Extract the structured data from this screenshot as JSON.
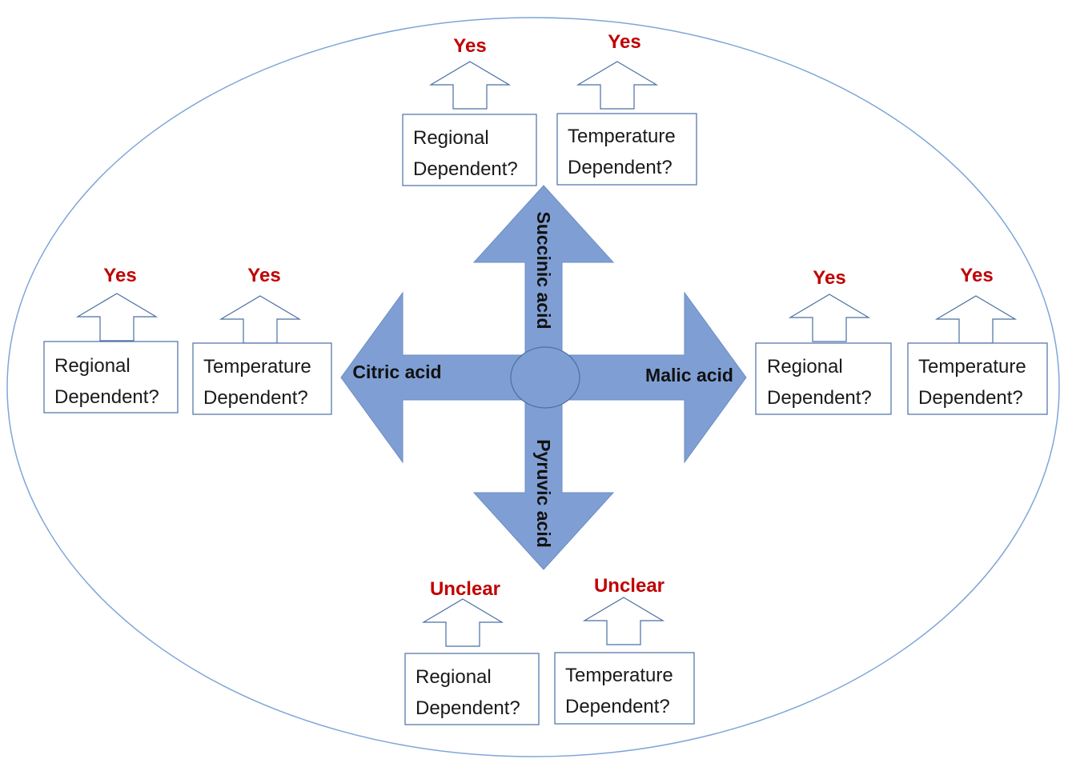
{
  "colors": {
    "ellipse_stroke": "#7ea6d8",
    "cross_fill": "#7f9fd4",
    "cross_stroke": "#6b8cc4",
    "outline_blue": "#4a6fa5",
    "verdict_red": "#c00000"
  },
  "center": {
    "up": "Succinic acid",
    "left": "Citric acid",
    "right": "Malic acid",
    "down": "Pyruvic acid"
  },
  "groups": {
    "top": {
      "regional": {
        "line1": "Regional",
        "line2": "Dependent?",
        "verdict": "Yes"
      },
      "temperature": {
        "line1": "Temperature",
        "line2": "Dependent?",
        "verdict": "Yes"
      }
    },
    "left": {
      "regional": {
        "line1": "Regional",
        "line2": "Dependent?",
        "verdict": "Yes"
      },
      "temperature": {
        "line1": "Temperature",
        "line2": "Dependent?",
        "verdict": "Yes"
      }
    },
    "right": {
      "regional": {
        "line1": "Regional",
        "line2": "Dependent?",
        "verdict": "Yes"
      },
      "temperature": {
        "line1": "Temperature",
        "line2": "Dependent?",
        "verdict": "Yes"
      }
    },
    "bottom": {
      "regional": {
        "line1": "Regional",
        "line2": "Dependent?",
        "verdict": "Unclear"
      },
      "temperature": {
        "line1": "Temperature",
        "line2": "Dependent?",
        "verdict": "Unclear"
      }
    }
  }
}
